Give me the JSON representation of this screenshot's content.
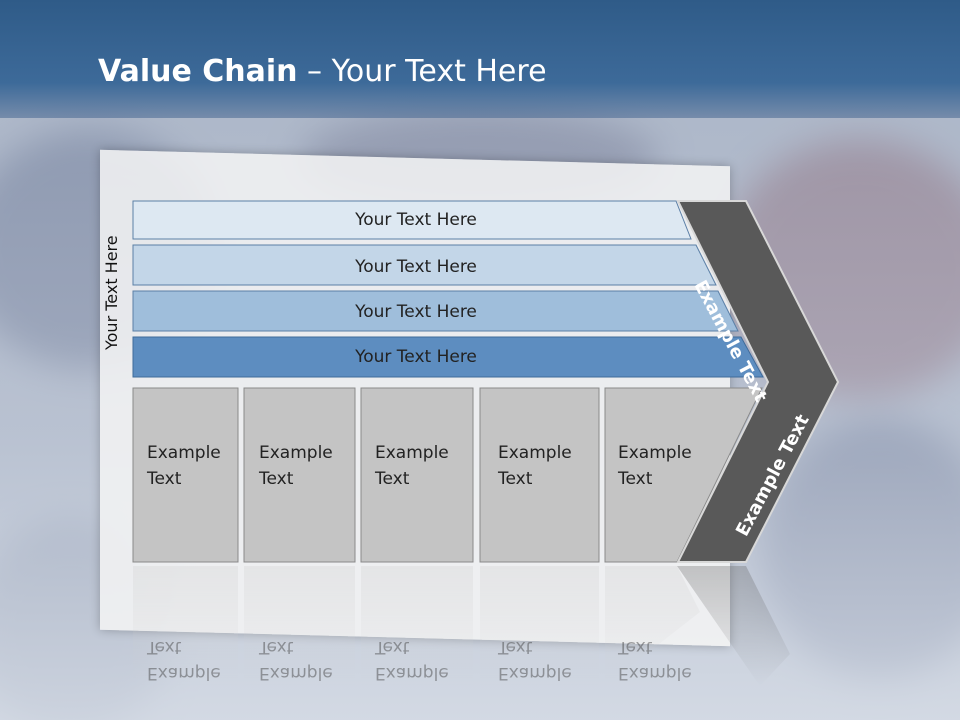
{
  "slide": {
    "title_bold": "Value Chain",
    "title_rest": " – Your Text Here",
    "side_label": "Your Text Here"
  },
  "bars": [
    {
      "label": "Your Text Here",
      "fill": "#dde8f2"
    },
    {
      "label": "Your Text Here",
      "fill": "#c3d6e8"
    },
    {
      "label": "Your Text Here",
      "fill": "#9fbedb"
    },
    {
      "label": "Your Text Here",
      "fill": "#5d8dc0"
    }
  ],
  "boxes": [
    {
      "line1": "Example",
      "line2": "Text"
    },
    {
      "line1": "Example",
      "line2": "Text"
    },
    {
      "line1": "Example",
      "line2": "Text"
    },
    {
      "line1": "Example",
      "line2": "Text"
    },
    {
      "line1": "Example",
      "line2": "Text"
    }
  ],
  "chevron": {
    "upper_label": "Example Text",
    "lower_label": "Example Text",
    "fill": "#595959"
  },
  "colors": {
    "header": "#3d6a99",
    "box_fill": "#c4c4c4",
    "box_border": "#8a8a8a"
  }
}
